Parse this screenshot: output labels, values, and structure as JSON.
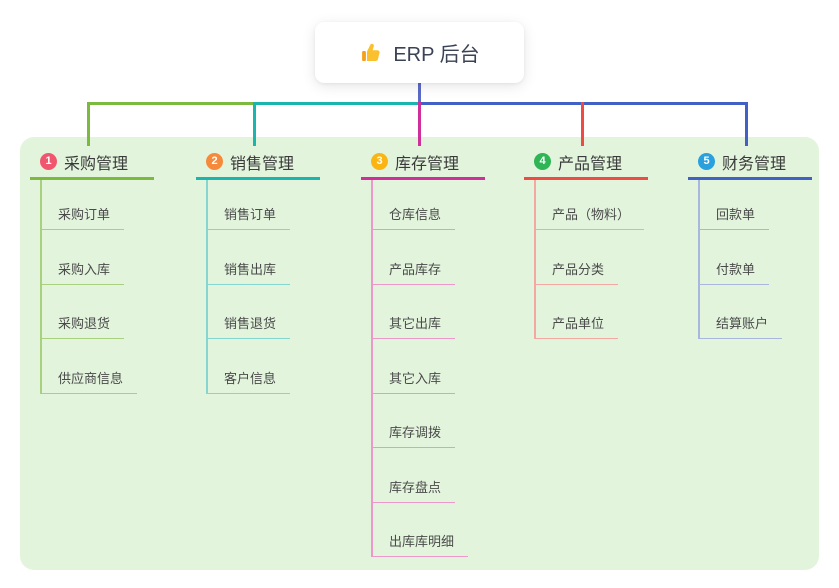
{
  "root": {
    "label": "ERP 后台",
    "icon": "thumbs-up-icon",
    "stem_color": "#5A6AC8"
  },
  "canvas": {
    "panel_color": "#E3F4DD",
    "page_background": "#FFFFFF"
  },
  "branches": [
    {
      "number": "1",
      "title": "采购管理",
      "badge_color": "#F1566F",
      "line_color": "#7CBA3F",
      "light_line_color": "#A9D07F",
      "children": [
        "采购订单",
        "采购入库",
        "采购退货",
        "供应商信息"
      ]
    },
    {
      "number": "2",
      "title": "销售管理",
      "badge_color": "#F68A3C",
      "line_color": "#1BB5B0",
      "light_line_color": "#85D5D0",
      "children": [
        "销售订单",
        "销售出库",
        "销售退货",
        "客户信息"
      ]
    },
    {
      "number": "3",
      "title": "库存管理",
      "badge_color": "#CE2F9A",
      "badge_fill": "#FBB513",
      "line_color": "#CE2F9A",
      "light_line_color": "#EE97CA",
      "children": [
        "仓库信息",
        "产品库存",
        "其它出库",
        "其它入库",
        "库存调拨",
        "库存盘点",
        "出库库明细"
      ]
    },
    {
      "number": "4",
      "title": "产品管理",
      "badge_color": "#2FB456",
      "line_color": "#EF4B45",
      "light_line_color": "#F5A8A2",
      "children": [
        "产品（物料）",
        "产品分类",
        "产品单位"
      ]
    },
    {
      "number": "5",
      "title": "财务管理",
      "badge_color": "#2AA0DC",
      "line_color": "#4161C6",
      "light_line_color": "#A9B7DE",
      "children": [
        "回款单",
        "付款单",
        "结算账户"
      ]
    }
  ]
}
